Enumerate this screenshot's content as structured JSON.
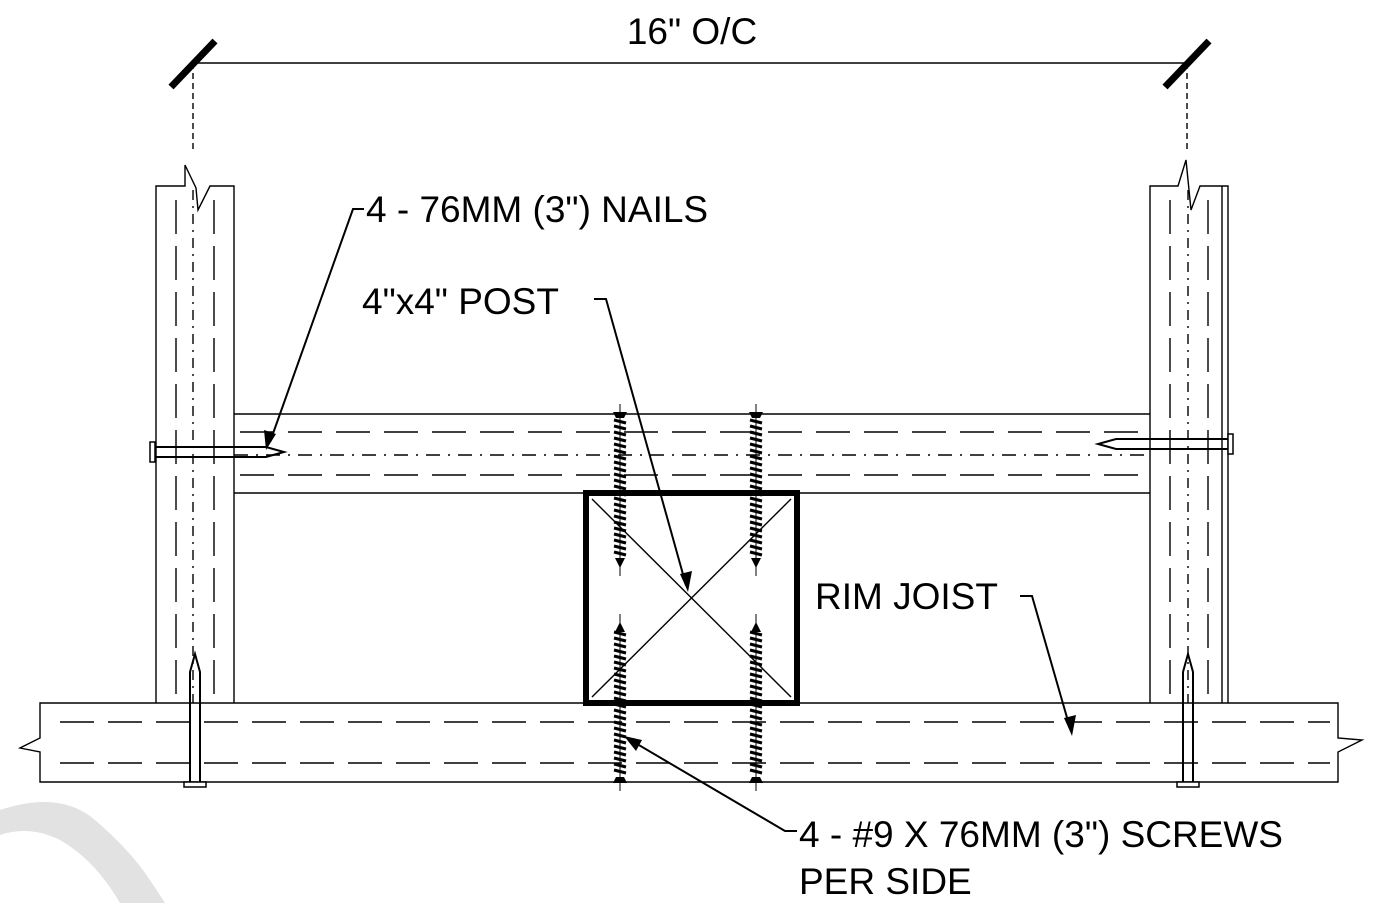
{
  "labels": {
    "dimension": "16\" O/C",
    "nails": "4 - 76MM (3\") NAILS",
    "post": "4\"x4\" POST",
    "rim_joist": "RIM JOIST",
    "screws_line1": "4 - #9 X 76MM (3\") SCREWS",
    "screws_line2": "PER SIDE"
  },
  "colors": {
    "line": "#000000",
    "background": "#ffffff",
    "watermark": "#e2e2e2"
  }
}
